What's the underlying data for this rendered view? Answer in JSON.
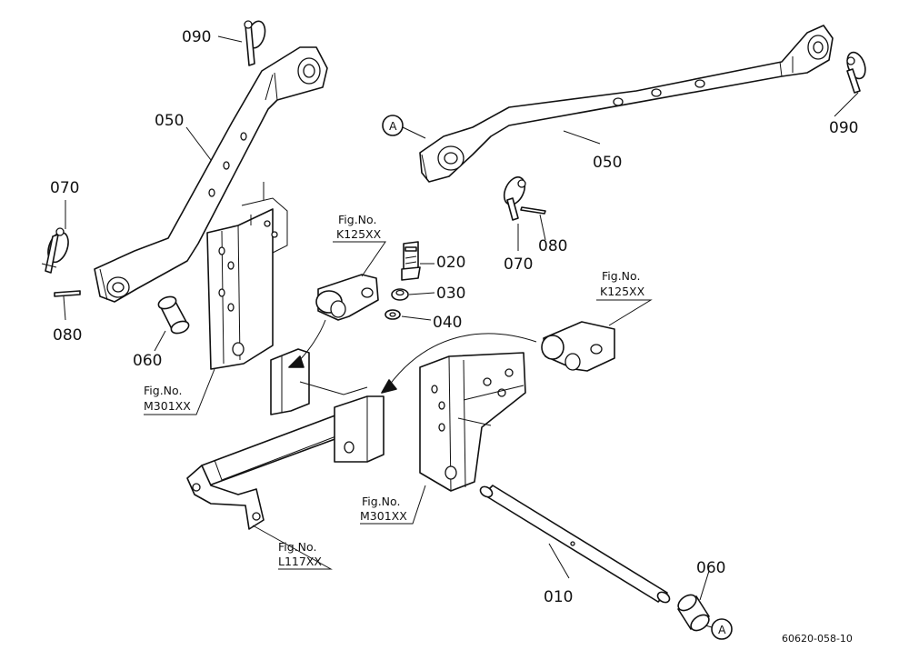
{
  "parts": {
    "p090_left": "090",
    "p050_left": "050",
    "p070_left": "070",
    "p080_left": "080",
    "p060_left": "060",
    "p020": "020",
    "p030": "030",
    "p040": "040",
    "p050_right": "050",
    "p090_right": "090",
    "p070_right": "070",
    "p080_right": "080",
    "p010": "010",
    "p060_right": "060"
  },
  "refs": {
    "k125_top": {
      "fig": "Fig.No.",
      "num": "K125XX"
    },
    "k125_right": {
      "fig": "Fig.No.",
      "num": "K125XX"
    },
    "m301_left": {
      "fig": "Fig.No.",
      "num": "M301XX"
    },
    "m301_mid": {
      "fig": "Fig.No.",
      "num": "M301XX"
    },
    "l117": {
      "fig": "Fig.No.",
      "num": "L117XX"
    }
  },
  "markers": {
    "a_top": "A",
    "a_bottom": "A"
  },
  "drawing_code": "60620-058-10"
}
